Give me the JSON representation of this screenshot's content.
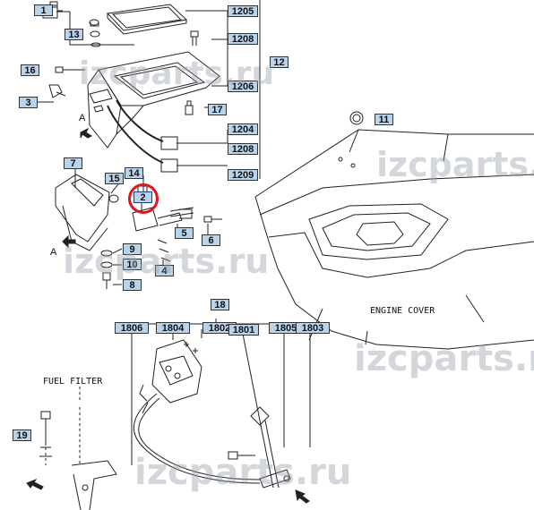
{
  "watermark": "izcparts.ru",
  "texts": {
    "engine_cover": "ENGINE COVER",
    "fuel_filter": "FUEL FILTER",
    "view_a": "A"
  },
  "highlight": {
    "part": "2",
    "color": "#e0141b"
  },
  "labels": {
    "p1205": "1205",
    "p1208a": "1208",
    "p12": "12",
    "p1206": "1206",
    "p1204": "1204",
    "p1208b": "1208",
    "p1209": "1209",
    "p1": "1",
    "p13": "13",
    "p16": "16",
    "p3": "3",
    "p17": "17",
    "p11": "11",
    "p7": "7",
    "p14": "14",
    "p15": "15",
    "p2": "2",
    "p5": "5",
    "p6": "6",
    "p9": "9",
    "p4": "4",
    "p10": "10",
    "p8": "8",
    "p18": "18",
    "p1806": "1806",
    "p1804": "1804",
    "p1802": "1802",
    "p1801": "1801",
    "p1805": "1805",
    "p1803": "1803",
    "p19": "19"
  },
  "colors": {
    "label_fill": "#b9d4ea",
    "line": "#222222",
    "watermark": "#9aa4ad"
  }
}
